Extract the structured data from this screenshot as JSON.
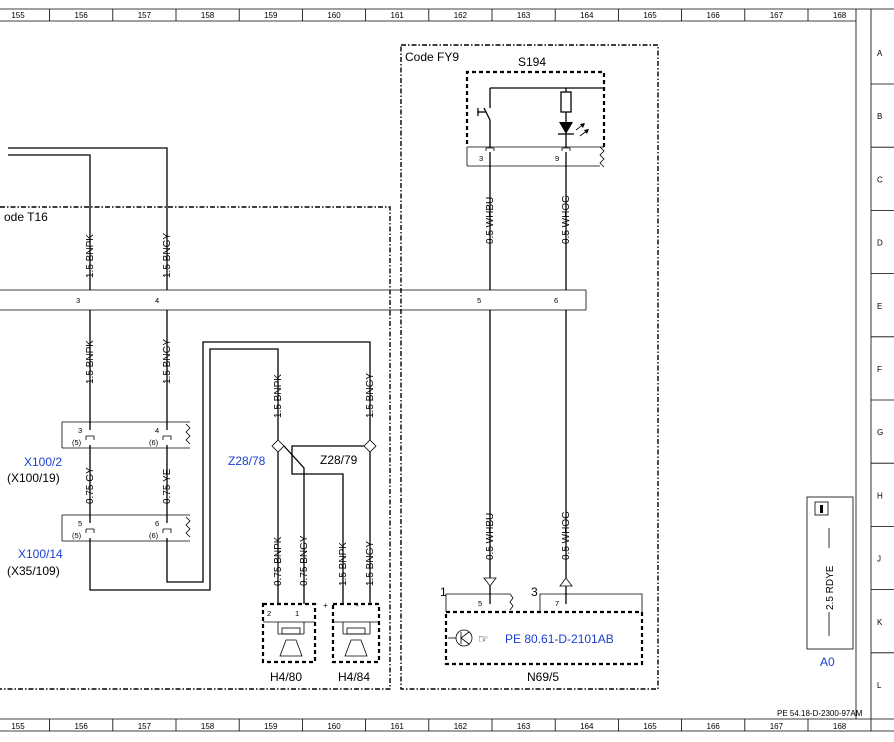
{
  "grid": {
    "columns": [
      "155",
      "156",
      "157",
      "158",
      "159",
      "160",
      "161",
      "162",
      "163",
      "164",
      "165",
      "166",
      "167",
      "168"
    ],
    "rows": [
      "A",
      "B",
      "C",
      "D",
      "E",
      "F",
      "G",
      "H",
      "J",
      "K",
      "L"
    ]
  },
  "codes": {
    "fy9": "Code FY9",
    "t16": "ode T16"
  },
  "switch": {
    "name": "S194",
    "pins": [
      "3",
      "9"
    ]
  },
  "wires": {
    "bnpk_15": "1.5 BNPK",
    "bngy_15": "1.5 BNGY",
    "whbu_05": "0.5 WHBU",
    "whog_05": "0.5 WHOG",
    "gy_075": "0.75 GY",
    "ye_075": "0.75 YE",
    "bnpk_075": "0.75 BNPK",
    "bngy_075": "0.75 BNGY"
  },
  "bus": {
    "pins": [
      "3",
      "4",
      "5",
      "6"
    ]
  },
  "connectors": {
    "x100_2": {
      "name": "X100/2",
      "alt": "(X100/19)",
      "pins": [
        "3",
        "4"
      ],
      "alt_pins": [
        "(5)",
        "(6)"
      ]
    },
    "x100_14": {
      "name": "X100/14",
      "alt": "(X35/109)",
      "pins": [
        "5",
        "6"
      ],
      "alt_pins": [
        "(5)",
        "(6)"
      ]
    }
  },
  "splices": {
    "z28_78": "Z28/78",
    "z28_79": "Z28/79"
  },
  "speakers": {
    "h4_80": {
      "name": "H4/80",
      "pins": [
        "2",
        "1"
      ]
    },
    "h4_84": {
      "name": "H4/84",
      "plus": "+",
      "minus": "-"
    }
  },
  "module": {
    "name": "N69/5",
    "reference": "PE 80.61-D-2101AB",
    "labels": [
      "1",
      "3"
    ],
    "pins": [
      "5",
      "7"
    ]
  },
  "legend": {
    "wire": "2.5 RDYE",
    "sheet": "A0"
  },
  "footer": "PE 54.18-D-2300-97AM"
}
